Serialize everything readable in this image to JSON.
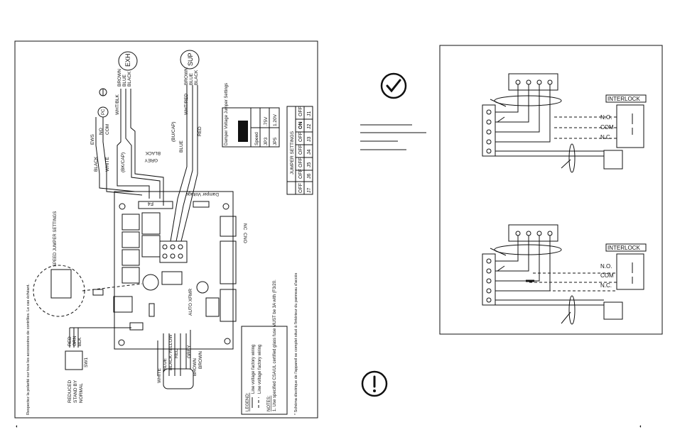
{
  "left_diagram": {
    "motor_exh": "EXH",
    "motor_sup": "SUP",
    "exh_wire_colors": [
      "BROWN",
      "BLUE",
      "BLACK"
    ],
    "sup_wire_colors": [
      "BROWN",
      "BLUE",
      "BLACK"
    ],
    "wht_blk": "WHT/BLK",
    "wht_red": "WHT/RED",
    "bu_cap": "(BU/CAP)",
    "bk_cap": "(BK/CAP)",
    "blue": "BLUE",
    "red": "RED",
    "grey": "GREY",
    "black": "BLACK",
    "white": "WHITE",
    "ews": "EWS",
    "no": "NO",
    "com": "COM",
    "pc": "PC",
    "f4": "F4",
    "damper_voltage": "Damper Voltage",
    "damper_voltage_jumper": "Damper Voltage Jumper Settings",
    "speed_jumper": "SPEED JUMPER SETTINGS",
    "auto_xfmr": "AUTO XFMR",
    "bottom_wires": [
      "WHITE",
      "BLUE",
      "BLACK-YELLOW",
      "RED",
      "BROWN",
      "GREY",
      "BROWN"
    ],
    "terminal_labels": [
      "NC",
      "C",
      "NO"
    ],
    "sw1": "SW1",
    "sw_wires": [
      "RED",
      "GRN",
      "BLK"
    ],
    "sw_modes": [
      "REDUCED",
      "STAND BY",
      "NORMAL"
    ],
    "speed_table": {
      "headers": [
        "Speed",
        "JP3",
        "JP5"
      ],
      "rows": [
        [
          "",
          ".75V",
          "1.20V"
        ]
      ]
    },
    "jumper_settings": {
      "title": "JUMPER SETTINGS",
      "row1": [
        "OFF",
        "OFF",
        "OFF",
        "OFF",
        "ON",
        "OFF"
      ],
      "row1_labels": [
        "J6",
        "J5",
        "J4",
        "J3",
        "J2",
        "J1"
      ],
      "row2": [
        "OFF"
      ],
      "row2_labels": [
        "J7"
      ]
    },
    "legend_title": "LEGEND:",
    "legend_items": [
      "Line voltage factory wiring",
      "Line voltage factory wiring"
    ],
    "notes_title": "NOTES:",
    "notes_text": "1. Use specified CSA/UL certified glass fuse MUST be 3A with (F3/20.",
    "french_note_1": "* Schéma électrique de l'appareil se complet situé à l'intérieur du panneau d'accès",
    "french_note_2": "Respectez la polarité sur tous les accessoires de contrôles. Le cas échéant."
  },
  "right_diagram": {
    "interlock": "INTERLOCK",
    "contacts": [
      "N.O.",
      "COM",
      "N.C."
    ]
  },
  "icons": {
    "check": "check-circle-icon",
    "warning": "exclamation-circle-icon"
  }
}
